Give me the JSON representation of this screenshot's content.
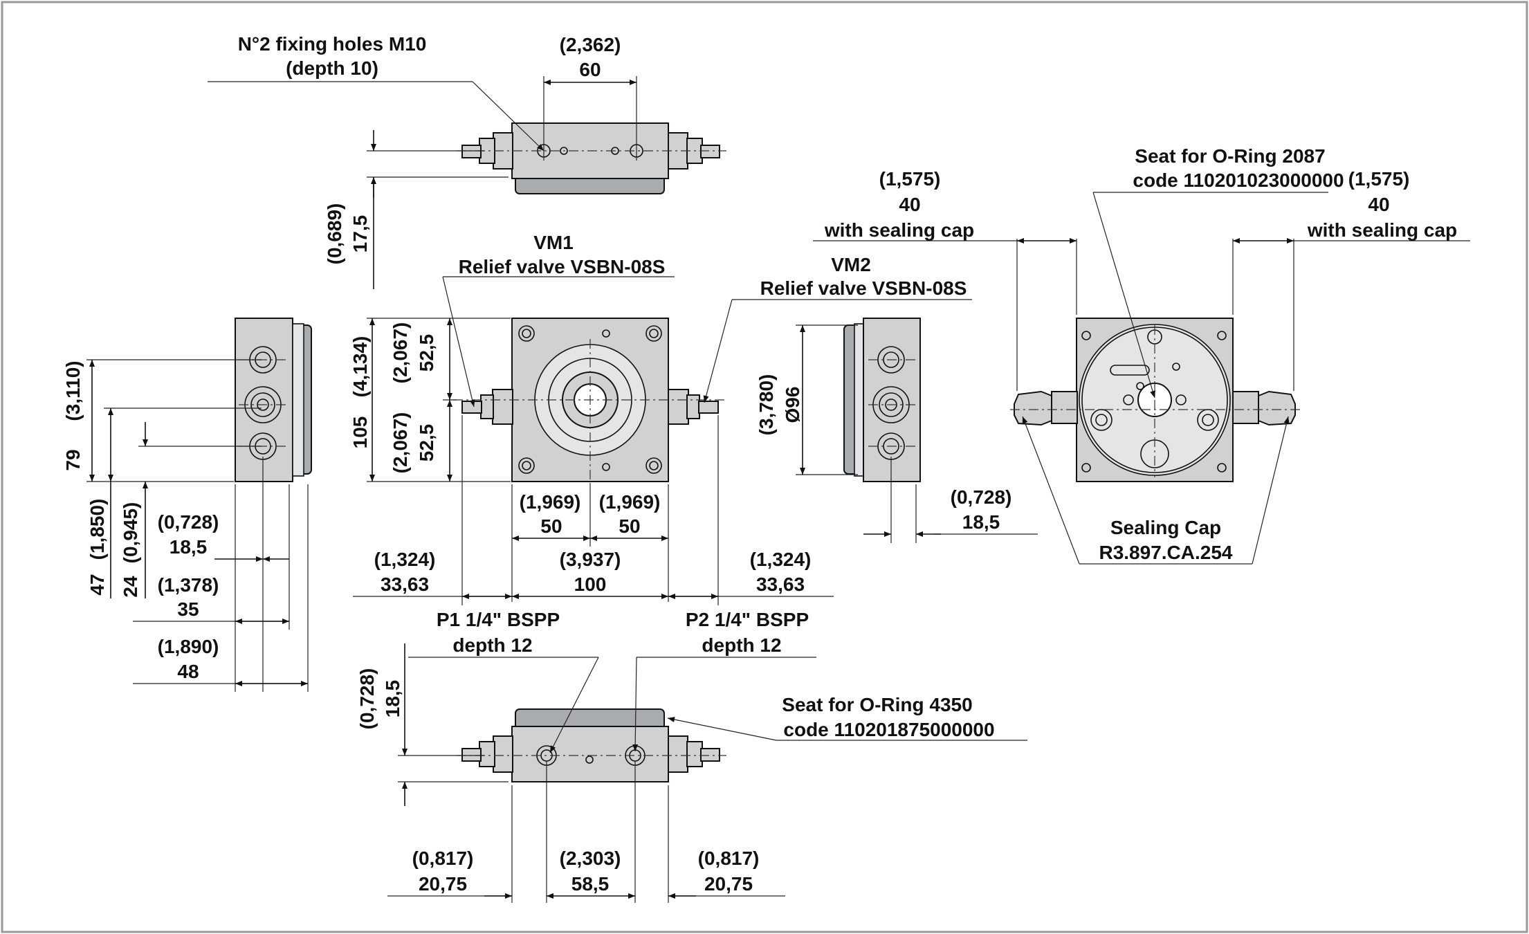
{
  "labels": {
    "fixing_holes": "N°2 fixing holes M10",
    "fixing_depth": "(depth 10)",
    "dim_2362": "(2,362)",
    "dim_60": "60",
    "dim_0689": "(0,689)",
    "dim_175": "17,5",
    "vm1": "VM1",
    "vm1_desc": "Relief valve VSBN-08S",
    "vm2": "VM2",
    "vm2_desc": "Relief valve VSBN-08S",
    "left_1575": "(1,575)",
    "left_40": "40",
    "left_sealing": "with sealing cap",
    "seat_2087": "Seat for O-Ring 2087",
    "code_2087": "code 110201023000000",
    "right_1575": "(1,575)",
    "right_40": "40",
    "right_sealing": "with sealing cap",
    "dim_79": "79",
    "dim_3110": "(3,110)",
    "dim_105": "105",
    "dim_4134": "(4,134)",
    "dim_2067a": "(2,067)",
    "dim_525a": "52,5",
    "dim_2067b": "(2,067)",
    "dim_525b": "52,5",
    "dim_3780": "(3,780)",
    "dim_96": "Ø96",
    "dim_0728_right": "(0,728)",
    "dim_185_right": "18,5",
    "sealing_cap": "Sealing Cap",
    "sealing_code": "R3.897.CA.254",
    "dim_47": "47",
    "dim_1850": "(1,850)",
    "dim_24": "24",
    "dim_0945": "(0,945)",
    "dim_0728_left": "(0,728)",
    "dim_185_left": "18,5",
    "dim_1378": "(1,378)",
    "dim_35": "35",
    "dim_1890": "(1,890)",
    "dim_48": "48",
    "dim_1969a": "(1,969)",
    "dim_50a": "50",
    "dim_1969b": "(1,969)",
    "dim_50b": "50",
    "dim_3937": "(3,937)",
    "dim_100": "100",
    "dim_1324a": "(1,324)",
    "dim_3363a": "33,63",
    "dim_1324b": "(1,324)",
    "dim_3363b": "33,63",
    "p1": "P1 1/4\" BSPP",
    "p1_depth": "depth 12",
    "p2": "P2 1/4\" BSPP",
    "p2_depth": "depth 12",
    "dim_0728_bottom": "(0,728)",
    "dim_185_bottom": "18,5",
    "seat_4350": "Seat for O-Ring 4350",
    "code_4350": "code 110201875000000",
    "dim_0817a": "(0,817)",
    "dim_2075a": "20,75",
    "dim_2303": "(2,303)",
    "dim_585": "58,5",
    "dim_0817b": "(0,817)",
    "dim_2075b": "20,75"
  },
  "colors": {
    "body": "#cfd1d3",
    "body_dark": "#a9acaf",
    "ink": "#111111",
    "frame": "#9a9a9a"
  }
}
